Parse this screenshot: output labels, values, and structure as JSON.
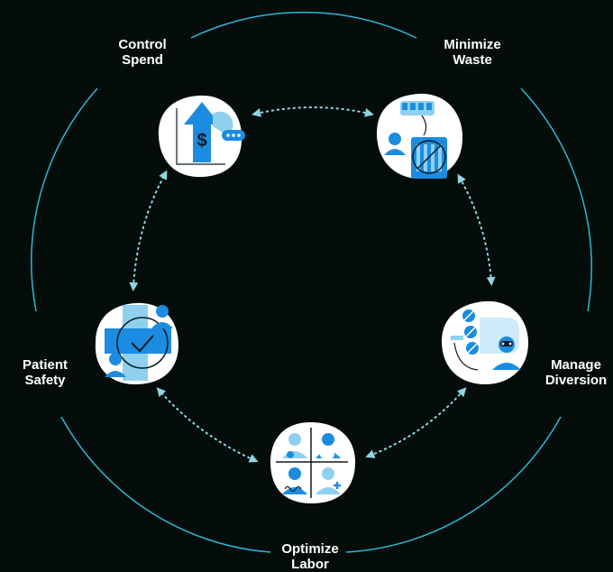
{
  "colors": {
    "background": "#050d0a",
    "ring": "#2bb8d6",
    "connector": "#8fd6e6",
    "node_fill": "#ffffff",
    "primary_blue": "#1c8ce0",
    "light_blue": "#8fd0ef",
    "pale_blue": "#cfeaf8",
    "dark": "#0d1a24"
  },
  "nodes": {
    "control_spend": {
      "line1": "Control",
      "line2": "Spend",
      "icon": "cost-arrow-dollar-icon"
    },
    "minimize_waste": {
      "line1": "Minimize",
      "line2": "Waste",
      "icon": "waste-bin-icon"
    },
    "manage_diversion": {
      "line1": "Manage",
      "line2": "Diversion",
      "icon": "diversion-pills-icon"
    },
    "optimize_labor": {
      "line1": "Optimize",
      "line2": "Labor",
      "icon": "labor-staff-grid-icon"
    },
    "patient_safety": {
      "line1": "Patient",
      "line2": "Safety",
      "icon": "safety-check-icon"
    }
  }
}
